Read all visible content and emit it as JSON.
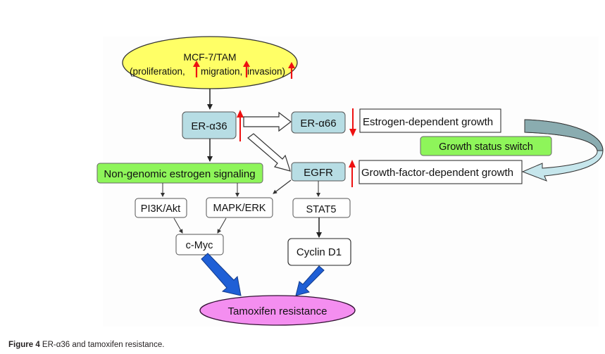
{
  "figure": {
    "nodes": {
      "mcf7": {
        "line1": "MCF-7/TAM",
        "line2_parts": [
          "(proliferation,",
          "migration,",
          "invasion)"
        ]
      },
      "er36": "ER-α36",
      "er66": "ER-α66",
      "estrogen_growth": "Estrogen-dependent growth",
      "growth_switch": "Growth status switch",
      "gf_growth": "Growth-factor-dependent growth",
      "nongenomic": "Non-genomic estrogen signaling",
      "egfr": "EGFR",
      "pi3k": "PI3K/Akt",
      "mapk": "MAPK/ERK",
      "stat5": "STAT5",
      "cmyc": "c-Myc",
      "cyclin": "Cyclin D1",
      "tamoxifen": "Tamoxifen resistance"
    },
    "indicators": {
      "er36": "up",
      "er66": "down",
      "egfr": "up",
      "proliferation": "up",
      "migration": "up",
      "invasion": "up"
    },
    "colors": {
      "mcf7_fill": "#ffff66",
      "receptor_fill": "#b7dde4",
      "green_fill": "#8ef55a",
      "tamoxifen_fill": "#f48ef0",
      "blue_arrow": "#1f5fd6",
      "red_arrow": "#ee1111",
      "curved_arrow_dark": "#8aacb0",
      "curved_arrow_light": "#c6e6ec"
    }
  },
  "caption": {
    "label": "Figure 4",
    "text": " ER-α36 and tamoxifen resistance."
  }
}
